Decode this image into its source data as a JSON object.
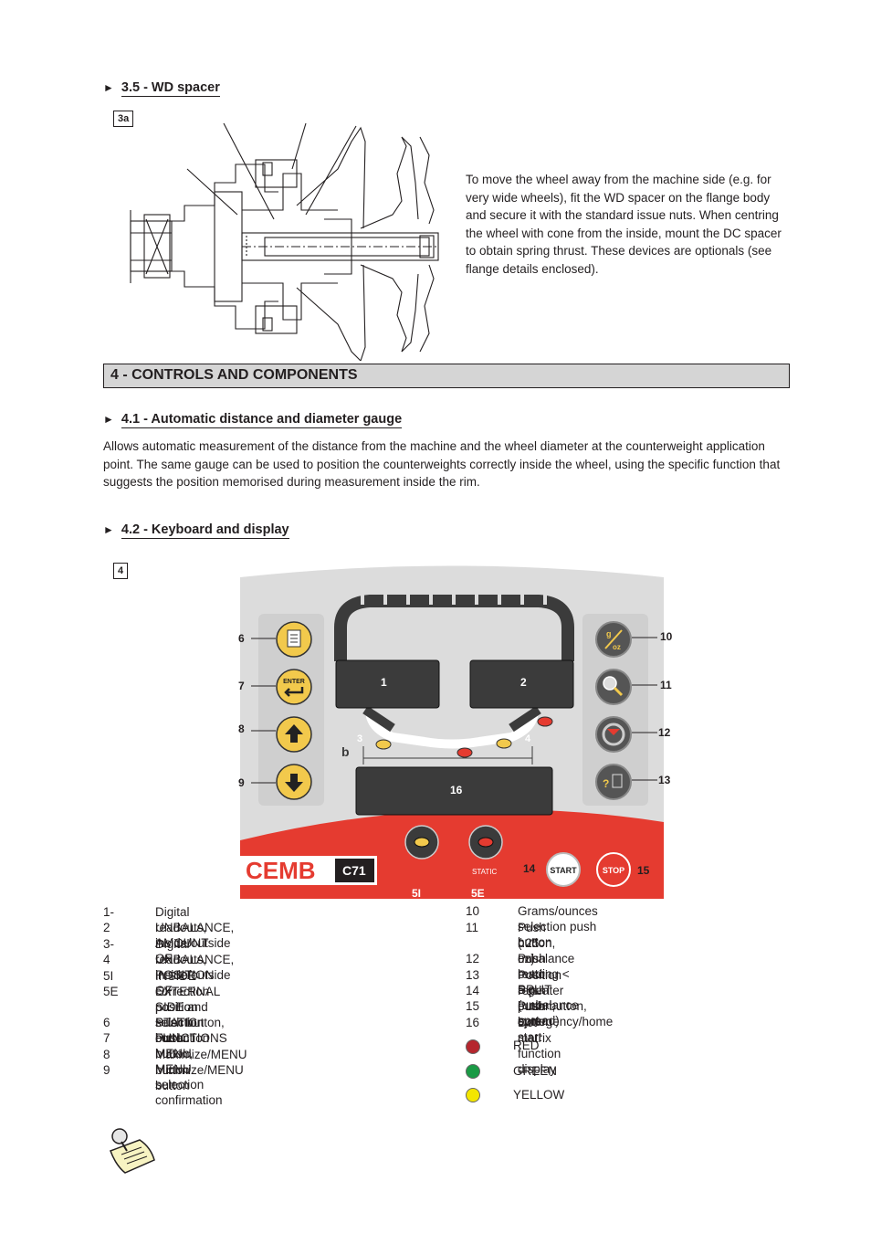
{
  "sec35": {
    "arrow": "►",
    "title": "3.5 - WD spacer",
    "fig": "3a"
  },
  "spacer_text": "To move the wheel away from the machine side (e.g. for very wide wheels), fit the WD spacer on the flange body and secure it with the standard issue nuts. When centring the wheel with cone from the inside, mount the DC spacer to obtain spring thrust. These devices are optionals (see flange details enclosed).",
  "sec4": {
    "title": "4 - CONTROLS AND COMPONENTS"
  },
  "sec41": {
    "arrow": "►",
    "title": "4.1  - Automatic distance and diameter gauge"
  },
  "gauge_text": "Allows automatic measurement of the distance from the machine and the wheel diameter at the counterweight application point. The same gauge can be used to position the counterweights correctly inside the wheel, using the specific function that suggests the position memorised during measurement inside the rim.",
  "sec42": {
    "arrow": "►",
    "title": "4.2 - Keyboard and display",
    "fig": "4"
  },
  "panel": {
    "brand": "CEMB",
    "model": "C71",
    "display1": "1",
    "display2": "2",
    "display16": "16",
    "num6": "6",
    "num7": "7",
    "num8": "8",
    "num9": "9",
    "num10": "10",
    "num11": "11",
    "num12": "12",
    "num13": "13",
    "num14": "14",
    "num15": "15",
    "label5i": "5I",
    "label5e": "5E",
    "num3": "3",
    "num4": "4",
    "b": "b",
    "enter_label": "ENTER",
    "static_label": "STATIC",
    "start_label": "START",
    "stop_label": "STOP",
    "g_label": "g",
    "oz_label": "oz",
    "colors": {
      "panel_bg": "#dcdcdc",
      "red": "#e53b30",
      "yellow": "#f2c94c",
      "dark": "#3b3b3b"
    }
  },
  "legend_left": [
    {
      "num": "1-2",
      "text": "Digital readouts, AMOUNT OF"
    },
    {
      "num": "",
      "text": "UNBALANCE, inside/outside"
    },
    {
      "num": "3-4",
      "text": "Digital readouts, POSITION  OF"
    },
    {
      "num": "",
      "text": "UNBALANCE, inside/outside"
    },
    {
      "num": "5I",
      "text": "INSIDE correction position selection button"
    },
    {
      "num": "5E",
      "text": "EXTERNAL SIDE and STATIC correction"
    },
    {
      "num": "",
      "text": "position selection button"
    },
    {
      "num": "6",
      "text": "Push button, FUNCTIONS MENU"
    },
    {
      "num": "7",
      "text": "Push button, MENU selection confirmation"
    },
    {
      "num": "8",
      "text": "Maximize/MENU button"
    },
    {
      "num": "9",
      "text": "Minimize/MENU button"
    }
  ],
  "legend_right": [
    {
      "num": "10",
      "text": "Grams/ounces selection push button"
    },
    {
      "num": "11",
      "text": "Push button, unbalance reading < 5 g"
    },
    {
      "num": "",
      "text": "(.25 oz)"
    },
    {
      "num": "12",
      "text": "Push button, SPLIT (unbalance spread)"
    },
    {
      "num": "13",
      "text": "Position repeater push button"
    },
    {
      "num": "14",
      "text": "Push button, cycle start"
    },
    {
      "num": "15",
      "text": "Push button, emergency/home"
    },
    {
      "num": "16",
      "text": "Dot matrix function display"
    }
  ],
  "colors_legend": [
    {
      "label": "RED",
      "color": "#b5262e"
    },
    {
      "label": "GREEN",
      "color": "#1a9a45"
    },
    {
      "label": "YELLOW",
      "color": "#f3e600"
    }
  ],
  "icons": {
    "note": "note-pin-icon"
  }
}
